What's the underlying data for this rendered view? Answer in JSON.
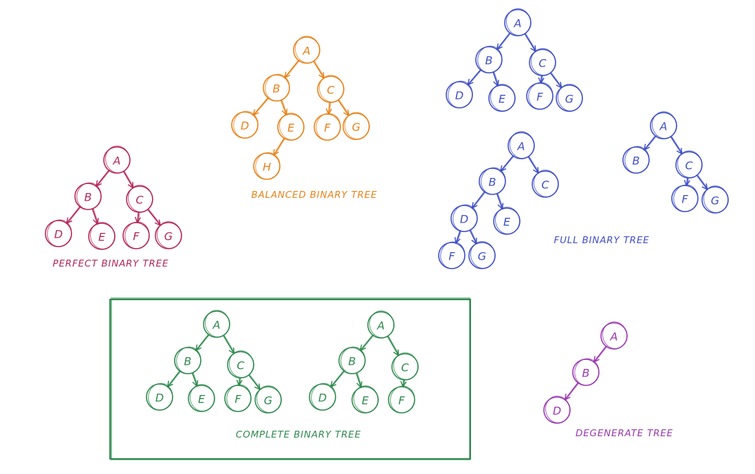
{
  "colors": {
    "perfect": "#b5275a",
    "balanced": "#e8821a",
    "full": "#3f4fc6",
    "complete": "#2f8a4e",
    "degenerate": "#9a37b0"
  },
  "trees": [
    {
      "id": "perfect",
      "caption": "PERFECT BINARY TREE",
      "nodes": [
        {
          "id": "A",
          "label": "A"
        },
        {
          "id": "B",
          "label": "B"
        },
        {
          "id": "C",
          "label": "C"
        },
        {
          "id": "D",
          "label": "D"
        },
        {
          "id": "E",
          "label": "E"
        },
        {
          "id": "F",
          "label": "F"
        },
        {
          "id": "G",
          "label": "G"
        }
      ],
      "edges": [
        [
          "A",
          "B"
        ],
        [
          "A",
          "C"
        ],
        [
          "B",
          "D"
        ],
        [
          "B",
          "E"
        ],
        [
          "C",
          "F"
        ],
        [
          "C",
          "G"
        ]
      ]
    },
    {
      "id": "balanced",
      "caption": "BALANCED BINARY TREE",
      "nodes": [
        {
          "id": "A",
          "label": "A"
        },
        {
          "id": "B",
          "label": "B"
        },
        {
          "id": "C",
          "label": "C"
        },
        {
          "id": "D",
          "label": "D"
        },
        {
          "id": "E",
          "label": "E"
        },
        {
          "id": "F",
          "label": "F"
        },
        {
          "id": "G",
          "label": "G"
        },
        {
          "id": "H",
          "label": "H"
        }
      ],
      "edges": [
        [
          "A",
          "B"
        ],
        [
          "A",
          "C"
        ],
        [
          "B",
          "D"
        ],
        [
          "B",
          "E"
        ],
        [
          "C",
          "F"
        ],
        [
          "C",
          "G"
        ],
        [
          "E",
          "H"
        ]
      ]
    },
    {
      "id": "full1",
      "caption": "",
      "nodes": [
        {
          "id": "A",
          "label": "A"
        },
        {
          "id": "B",
          "label": "B"
        },
        {
          "id": "C",
          "label": "C"
        },
        {
          "id": "D",
          "label": "D"
        },
        {
          "id": "E",
          "label": "E"
        },
        {
          "id": "F",
          "label": "F"
        },
        {
          "id": "G",
          "label": "G"
        }
      ],
      "edges": [
        [
          "A",
          "B"
        ],
        [
          "A",
          "C"
        ],
        [
          "B",
          "D"
        ],
        [
          "B",
          "E"
        ],
        [
          "C",
          "F"
        ],
        [
          "C",
          "G"
        ]
      ]
    },
    {
      "id": "full2",
      "caption": "FULL BINARY TREE",
      "nodes": [
        {
          "id": "A",
          "label": "A"
        },
        {
          "id": "B",
          "label": "B"
        },
        {
          "id": "C",
          "label": "C"
        },
        {
          "id": "D",
          "label": "D"
        },
        {
          "id": "E",
          "label": "E"
        },
        {
          "id": "F",
          "label": "F"
        },
        {
          "id": "G",
          "label": "G"
        }
      ],
      "edges": [
        [
          "A",
          "B"
        ],
        [
          "A",
          "C"
        ],
        [
          "B",
          "D"
        ],
        [
          "B",
          "E"
        ],
        [
          "D",
          "F"
        ],
        [
          "D",
          "G"
        ]
      ]
    },
    {
      "id": "full3",
      "caption": "",
      "nodes": [
        {
          "id": "A",
          "label": "A"
        },
        {
          "id": "B",
          "label": "B"
        },
        {
          "id": "C",
          "label": "C"
        },
        {
          "id": "F",
          "label": "F"
        },
        {
          "id": "G",
          "label": "G"
        }
      ],
      "edges": [
        [
          "A",
          "B"
        ],
        [
          "A",
          "C"
        ],
        [
          "C",
          "F"
        ],
        [
          "C",
          "G"
        ]
      ]
    },
    {
      "id": "complete1",
      "caption": "COMPLETE BINARY TREE",
      "nodes": [
        {
          "id": "A",
          "label": "A"
        },
        {
          "id": "B",
          "label": "B"
        },
        {
          "id": "C",
          "label": "C"
        },
        {
          "id": "D",
          "label": "D"
        },
        {
          "id": "E",
          "label": "E"
        },
        {
          "id": "F",
          "label": "F"
        },
        {
          "id": "G",
          "label": "G"
        }
      ],
      "edges": [
        [
          "A",
          "B"
        ],
        [
          "A",
          "C"
        ],
        [
          "B",
          "D"
        ],
        [
          "B",
          "E"
        ],
        [
          "C",
          "F"
        ],
        [
          "C",
          "G"
        ]
      ]
    },
    {
      "id": "complete2",
      "caption": "",
      "nodes": [
        {
          "id": "A",
          "label": "A"
        },
        {
          "id": "B",
          "label": "B"
        },
        {
          "id": "C",
          "label": "C"
        },
        {
          "id": "D",
          "label": "D"
        },
        {
          "id": "E",
          "label": "E"
        },
        {
          "id": "F",
          "label": "F"
        }
      ],
      "edges": [
        [
          "A",
          "B"
        ],
        [
          "A",
          "C"
        ],
        [
          "B",
          "D"
        ],
        [
          "B",
          "E"
        ],
        [
          "C",
          "F"
        ]
      ]
    },
    {
      "id": "degenerate",
      "caption": "DEGENERATE TREE",
      "nodes": [
        {
          "id": "A",
          "label": "A"
        },
        {
          "id": "B",
          "label": "B"
        },
        {
          "id": "D",
          "label": "D"
        }
      ],
      "edges": [
        [
          "A",
          "B"
        ],
        [
          "B",
          "D"
        ]
      ]
    }
  ]
}
